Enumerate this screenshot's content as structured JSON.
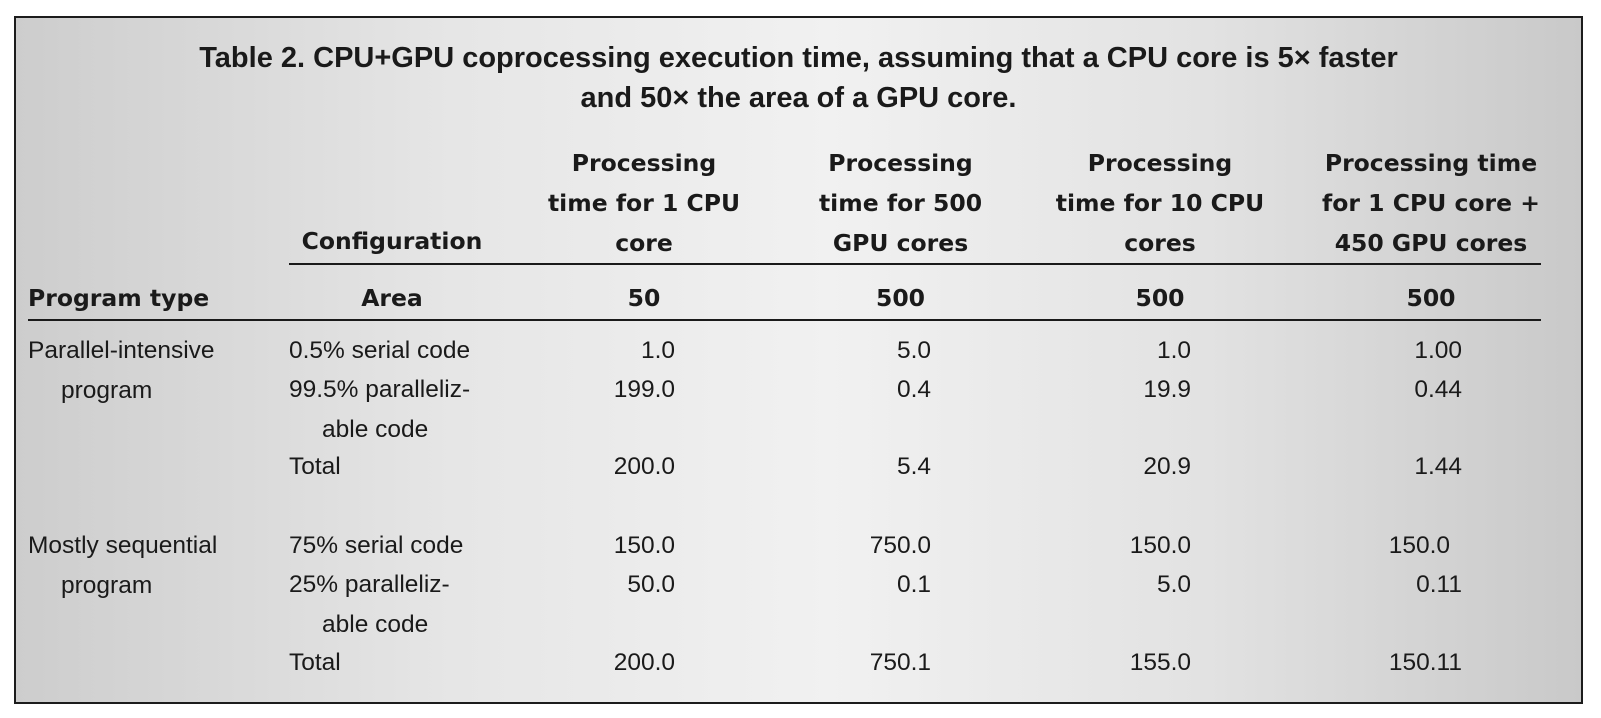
{
  "caption": {
    "line1": "Table 2. CPU+GPU coprocessing execution time, assuming that a CPU core is 5× faster",
    "line2": "and 50× the area of a GPU core."
  },
  "header": {
    "configuration": "Configuration",
    "program_type": "Program type",
    "area_label": "Area",
    "col1": [
      "Processing",
      "time for 1 CPU",
      "core"
    ],
    "col2": [
      "Processing",
      "time for 500",
      "GPU cores"
    ],
    "col3": [
      "Processing",
      "time for 10 CPU",
      "cores"
    ],
    "col4": [
      "Processing time",
      "for 1 CPU core +",
      "450 GPU cores"
    ],
    "areas": [
      "50",
      "500",
      "500",
      "500"
    ]
  },
  "groups": [
    {
      "program_type": [
        "Parallel-intensive",
        "program"
      ],
      "rows": [
        {
          "config": [
            "0.5% serial code"
          ],
          "values": [
            "1.0",
            "5.0",
            "1.0",
            "1.00"
          ]
        },
        {
          "config": [
            "99.5% paralleliz-",
            "able code"
          ],
          "values": [
            "199.0",
            "0.4",
            "19.9",
            "0.44"
          ]
        },
        {
          "config": [
            "Total"
          ],
          "values": [
            "200.0",
            "5.4",
            "20.9",
            "1.44"
          ]
        }
      ]
    },
    {
      "program_type": [
        "Mostly sequential",
        "program"
      ],
      "rows": [
        {
          "config": [
            "75% serial code"
          ],
          "values": [
            "150.0",
            "750.0",
            "150.0",
            "150.0"
          ]
        },
        {
          "config": [
            "25% paralleliz-",
            "able code"
          ],
          "values": [
            "50.0",
            "0.1",
            "5.0",
            "0.11"
          ]
        },
        {
          "config": [
            "Total"
          ],
          "values": [
            "200.0",
            "750.1",
            "155.0",
            "150.11"
          ]
        }
      ]
    }
  ]
}
